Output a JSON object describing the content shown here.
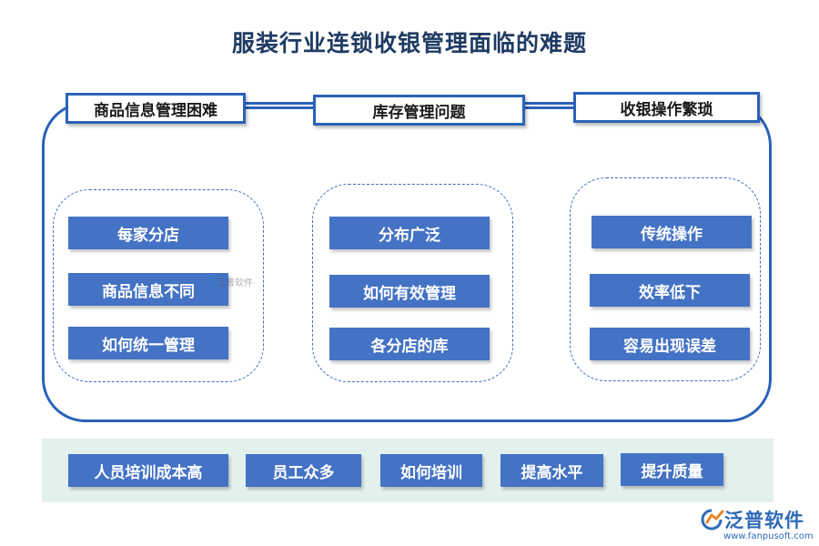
{
  "title": "服装行业连锁收银管理面临的难题",
  "headers": [
    "商品信息管理困难",
    "库存管理问题",
    "收银操作繁琐"
  ],
  "groups": [
    {
      "items": [
        "每家分店",
        "商品信息不同",
        "如何统一管理"
      ]
    },
    {
      "items": [
        "分布广泛",
        "如何有效管理",
        "各分店的库"
      ]
    },
    {
      "items": [
        "传统操作",
        "效率低下",
        "容易出现误差"
      ]
    }
  ],
  "bottom_items": [
    "人员培训成本高",
    "员工众多",
    "如何培训",
    "提高水平",
    "提升质量"
  ],
  "watermark": "泛普软件",
  "logo": {
    "text": "泛普软件",
    "url": "www.fanpusoft.com"
  },
  "colors": {
    "accent": "#2b62b8",
    "box_fill": "#4472c4",
    "band": "#e3f1ee",
    "title": "#1f3b63"
  }
}
